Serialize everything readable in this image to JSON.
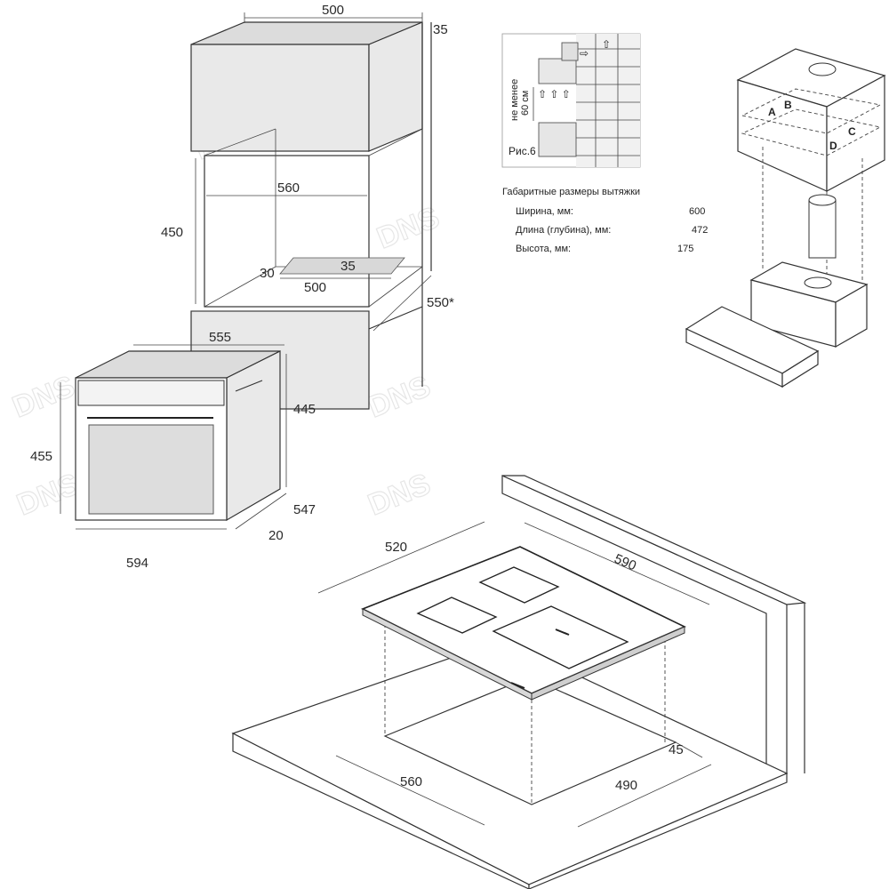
{
  "watermark": "DNS",
  "oven_niche": {
    "dims": {
      "top_width": "500",
      "top_gap": "35",
      "inner_width": "560",
      "height": "450",
      "bottom_gap": "35",
      "left_offset": "30",
      "bottom_width": "500",
      "depth": "550*"
    }
  },
  "oven": {
    "dims": {
      "width": "555",
      "height_right": "445",
      "height_left": "455",
      "depth": "547",
      "front_thickness": "20",
      "front_width": "594"
    }
  },
  "hood_install": {
    "fig_label": "Рис.6",
    "min_label": "не менее",
    "min_value": "60 см",
    "spec_title": "Габаритные размеры вытяжки",
    "specs": [
      {
        "label": "Ширина, мм:",
        "value": "600"
      },
      {
        "label": "Длина (глубина), мм:",
        "value": "472"
      },
      {
        "label": "Высота, мм:",
        "value": "175"
      }
    ],
    "point_labels": [
      "A",
      "B",
      "C",
      "D"
    ]
  },
  "hob": {
    "dims": {
      "top_depth": "520",
      "top_width": "590",
      "cut_width": "560",
      "cut_depth": "490",
      "edge_gap": "45"
    }
  }
}
